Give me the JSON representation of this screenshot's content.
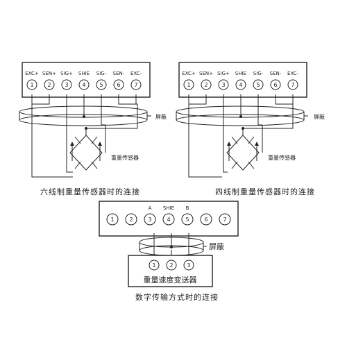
{
  "six_wire": {
    "terminals": [
      {
        "label": "EXC+",
        "num": "1"
      },
      {
        "label": "SEN+",
        "num": "2"
      },
      {
        "label": "SIG+",
        "num": "3"
      },
      {
        "label": "SHIE",
        "num": "4"
      },
      {
        "label": "SIG-",
        "num": "5"
      },
      {
        "label": "SEN-",
        "num": "6"
      },
      {
        "label": "EXC-",
        "num": "7"
      }
    ],
    "shield_label": "屏蔽",
    "sensor_label": "重量传感器",
    "caption": "六线制重量传感器时的连接"
  },
  "four_wire": {
    "terminals": [
      {
        "label": "EXC+",
        "num": "1"
      },
      {
        "label": "SEN+",
        "num": "2"
      },
      {
        "label": "SIG+",
        "num": "3"
      },
      {
        "label": "SHIE",
        "num": "4"
      },
      {
        "label": "SIG-",
        "num": "5"
      },
      {
        "label": "SEN-",
        "num": "6"
      },
      {
        "label": "EXC-",
        "num": "7"
      }
    ],
    "shield_label": "屏蔽",
    "sensor_label": "重量传感器",
    "caption": "四线制重量传感器时的连接"
  },
  "digital": {
    "terminals": [
      {
        "label": "",
        "num": "1"
      },
      {
        "label": "",
        "num": "2"
      },
      {
        "label": "A",
        "num": "3"
      },
      {
        "label": "SHIE",
        "num": "4"
      },
      {
        "label": "B",
        "num": "5"
      },
      {
        "label": "",
        "num": "6"
      },
      {
        "label": "",
        "num": "7"
      }
    ],
    "shield_label": "屏蔽",
    "transmitter_terminals": [
      "1",
      "2",
      "3"
    ],
    "transmitter_label": "重量速度变送器",
    "caption": "数字传输方式时的连接"
  }
}
